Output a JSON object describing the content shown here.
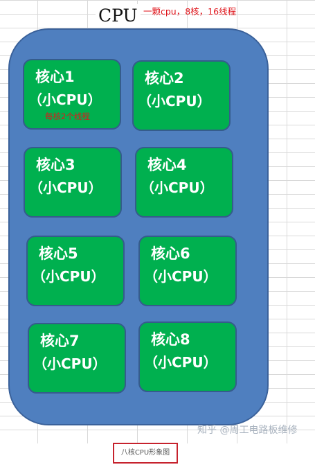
{
  "diagram": {
    "title": "CPU",
    "top_note": "一颗cpu，8核，16线程",
    "thread_note": "每核2个线程",
    "core_subtitle": "（小CPU）",
    "cores": [
      {
        "name": "核心1"
      },
      {
        "name": "核心2"
      },
      {
        "name": "核心3"
      },
      {
        "name": "核心4"
      },
      {
        "name": "核心5"
      },
      {
        "name": "核心6"
      },
      {
        "name": "核心7"
      },
      {
        "name": "核心8"
      }
    ],
    "watermark": "知乎 @周工电路板维修",
    "caption": "八核CPU形象图"
  },
  "colors": {
    "cpu_body": "#4f7fbf",
    "core_fill": "#00b04f",
    "core_border": "#355c8c",
    "annotation_red": "#e0151b"
  }
}
